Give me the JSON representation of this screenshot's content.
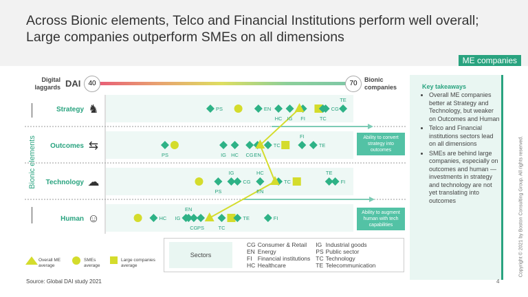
{
  "title_lines": [
    "Across Bionic elements, Telco and Financial Institutions perform well overall;",
    "Large companies outperform SMEs on all dimensions"
  ],
  "badge": "ME companies",
  "scale": {
    "left_label": "Digital laggards",
    "axis_label": "DAI",
    "min_label": "40",
    "max_label": "70",
    "right_label": "Bionic companies"
  },
  "y_axis_label": "Bionic elements",
  "arrows": [
    "Ability to convert strategy into outcomes",
    "Ability to augment human with tech capabilities"
  ],
  "chart_data": {
    "type": "scatter",
    "xlim": [
      40,
      70
    ],
    "xlabel": "DAI",
    "rows": [
      {
        "name": "Strategy",
        "icon": "chess-knight-icon",
        "sectors": [
          [
            "PS",
            53.7,
            "r"
          ],
          [
            "EN",
            59.2,
            "r"
          ],
          [
            "HC",
            61.5,
            "b"
          ],
          [
            "IG",
            62.8,
            "b"
          ],
          [
            "FI",
            64.3,
            "b"
          ],
          [
            "TC",
            66.6,
            "b"
          ],
          [
            "CG",
            66.9,
            "r"
          ],
          [
            "TE",
            68.9,
            "t"
          ]
        ],
        "sme": 56.9,
        "me": 63.9,
        "large": 66.1
      },
      {
        "name": "Outcomes",
        "icon": "process-flow-icon",
        "sectors": [
          [
            "PS",
            48.5,
            "b"
          ],
          [
            "IG",
            55.2,
            "b"
          ],
          [
            "HC",
            56.5,
            "b"
          ],
          [
            "CG",
            58.2,
            "b"
          ],
          [
            "EN",
            59.1,
            "b"
          ],
          [
            "TC",
            60.3,
            "r"
          ],
          [
            "FI",
            64.2,
            "t"
          ],
          [
            "TE",
            65.5,
            "r"
          ]
        ],
        "sme": 49.6,
        "me": 59.4,
        "large": 62.3
      },
      {
        "name": "Technology",
        "icon": "server-cloud-icon",
        "sectors": [
          [
            "PS",
            54.6,
            "b"
          ],
          [
            "IG",
            56.1,
            "t"
          ],
          [
            "CG",
            56.8,
            "r"
          ],
          [
            "HC",
            59.4,
            "t"
          ],
          [
            "EN",
            59.4,
            "b"
          ],
          [
            "TC",
            61.5,
            "r"
          ],
          [
            "TE",
            67.3,
            "t"
          ],
          [
            "FI",
            68.0,
            "r"
          ]
        ],
        "sme": 52.4,
        "me": 61.1,
        "large": 63.6
      },
      {
        "name": "Human",
        "icon": "person-idea-icon",
        "sectors": [
          [
            "HC",
            47.2,
            "r"
          ],
          [
            "IG",
            50.9,
            "l"
          ],
          [
            "EN",
            51.2,
            "t"
          ],
          [
            "CG",
            51.8,
            "b"
          ],
          [
            "PS",
            52.6,
            "b"
          ],
          [
            "TC",
            55.0,
            "b"
          ],
          [
            "TE",
            56.8,
            "r"
          ],
          [
            "FI",
            60.3,
            "r"
          ]
        ],
        "sme": 45.4,
        "me": 53.6,
        "large": 56.1
      }
    ],
    "legend": [
      "Overall ME average",
      "SMEs average",
      "Large companies average"
    ]
  },
  "sectors_title": "Sectors",
  "sectors": [
    [
      "CG",
      "Consumer & Retail",
      "IG",
      "Industrial goods"
    ],
    [
      "EN",
      "Energy",
      "PS",
      "Public sector"
    ],
    [
      "FI",
      "Financial institutions",
      "TC",
      "Technology"
    ],
    [
      "HC",
      "Healthcare",
      "TE",
      "Telecommunication"
    ]
  ],
  "takeaways": {
    "title": "Key takeaways",
    "items": [
      "Overall ME companies better at Strategy and Technology, but weaker on Outcomes and Human",
      "Telco and Financial institutions sectors lead on all dimensions",
      "SMEs are behind large companies, especially on outcomes and human — investments in strategy and technology are not yet translating into outcomes"
    ]
  },
  "source": "Source: Global DAI study 2021",
  "page": "4",
  "copyright": "Copyright © 2021 by Boston Consulting Group. All rights reserved.",
  "colors": {
    "green": "#29a37f",
    "diamond": "#2eb286",
    "yellow": "#d4dc2c"
  }
}
